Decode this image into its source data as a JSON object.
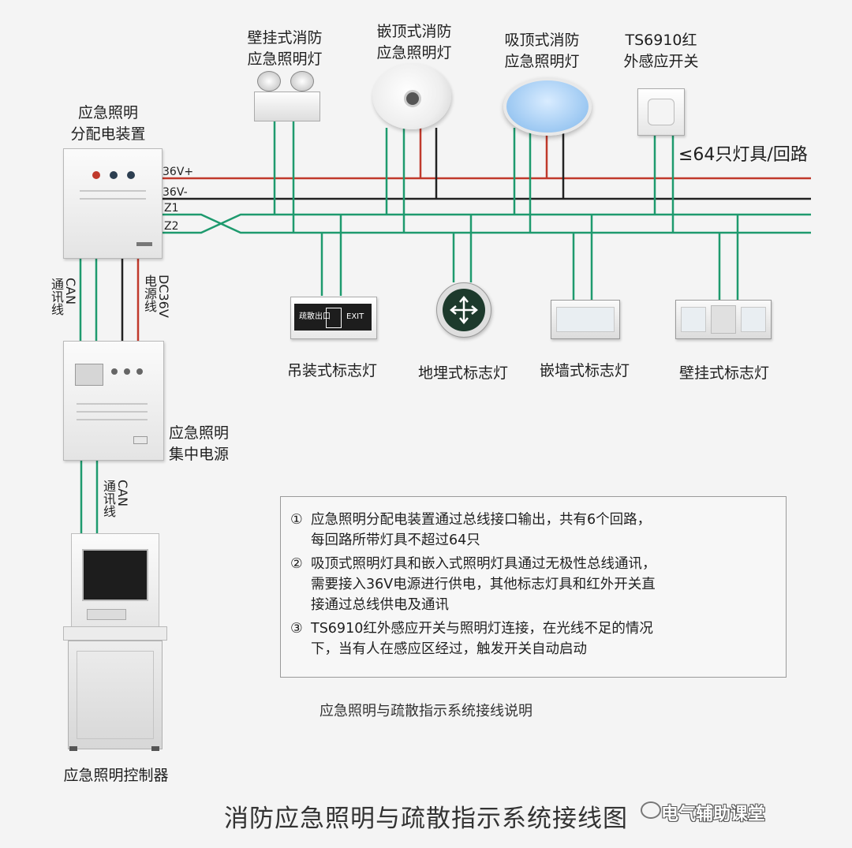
{
  "devices": {
    "wall_emergency": "壁挂式消防\n应急照明灯",
    "recessed_emergency": "嵌顶式消防\n应急照明灯",
    "ceiling_emergency": "吸顶式消防\n应急照明灯",
    "ir_switch": "TS6910红\n外感应开关",
    "distribution": "应急照明\n分配电装置",
    "central_power": "应急照明\n集中电源",
    "controller": "应急照明控制器",
    "hanging_sign": "吊装式标志灯",
    "floor_sign": "地埋式标志灯",
    "wall_embedded_sign": "嵌墙式标志灯",
    "wall_mounted_sign": "壁挂式标志灯"
  },
  "loop_limit": "≤64只灯具/回路",
  "bus": {
    "v36p": "36V+",
    "v36n": "36V-",
    "z1": "Z1",
    "z2": "Z2"
  },
  "wires": {
    "can_1": "CAN\n通讯线",
    "dc36": "DC36V\n电源线",
    "can_2": "CAN\n通讯线"
  },
  "sign_texts": {
    "exit_left": "疏散出口",
    "exit_right": "EXIT"
  },
  "notes": [
    {
      "num": "①",
      "lines": [
        "应急照明分配电装置通过总线接口输出，共有6个回路，",
        "每回路所带灯具不超过64只"
      ]
    },
    {
      "num": "②",
      "lines": [
        "吸顶式照明灯具和嵌入式照明灯具通过无极性总线通讯，",
        "需要接入36V电源进行供电，其他标志灯具和红外开关直",
        "接通过总线供电及通讯"
      ]
    },
    {
      "num": "③",
      "lines": [
        "TS6910红外感应开关与照明灯连接，在光线不足的情况",
        "下，当有人在感应区经过，触发开关自动启动"
      ]
    }
  ],
  "caption": "应急照明与疏散指示系统接线说明",
  "title": "消防应急照明与疏散指示系统接线图",
  "watermark": "电气辅助课堂",
  "colors": {
    "red_wire": "#c0392b",
    "green_wire": "#1e9a6e",
    "black_wire": "#222222"
  }
}
